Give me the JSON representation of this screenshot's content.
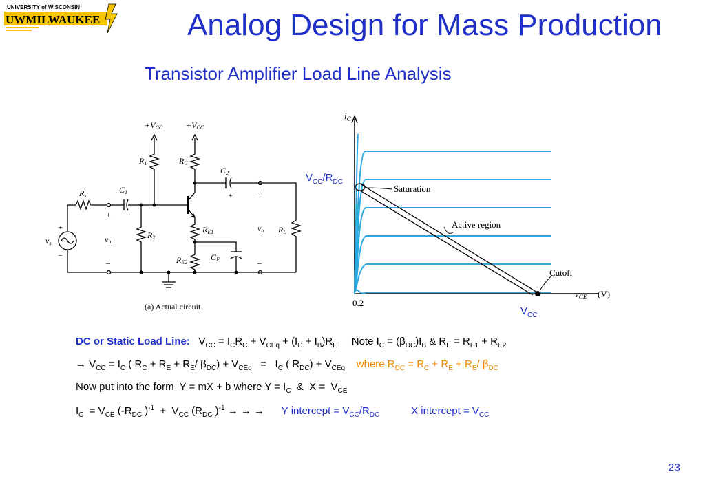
{
  "logo": {
    "top_text": "UNIVERSITY of WISCONSIN",
    "main_text": "UWMILWAUKEE"
  },
  "title": "Analog Design for Mass Production",
  "subtitle": "Transistor Amplifier Load Line Analysis",
  "circuit": {
    "caption": "(a) Actual circuit",
    "vcc1": "+V",
    "vcc2": "+V",
    "vcc_sub": "CC",
    "r1": "R",
    "r1_sub": "1",
    "rc": "R",
    "rc_sub": "C",
    "r2": "R",
    "r2_sub": "2",
    "re1": "R",
    "re1_sub": "E1",
    "re2": "R",
    "re2_sub": "E2",
    "rs": "R",
    "rs_sub": "s",
    "rl": "R",
    "rl_sub": "L",
    "c1": "C",
    "c1_sub": "1",
    "c2": "C",
    "c2_sub": "2",
    "ce": "C",
    "ce_sub": "E",
    "vs": "v",
    "vs_sub": "s",
    "vin": "v",
    "vin_sub": "in",
    "vo": "v",
    "vo_sub": "o",
    "plus": "+",
    "minus": "–"
  },
  "graph": {
    "y_axis": "i",
    "y_axis_sub": "C",
    "x_axis": "v",
    "x_axis_sub": "CE",
    "x_unit": "(V)",
    "x_tick": "0.2",
    "saturation": "Saturation",
    "active": "Active region",
    "cutoff": "Cutoff",
    "vcc_rdc": {
      "a": "V",
      "a_sub": "CC",
      "b": "/R",
      "b_sub": "DC"
    },
    "vcc_label": {
      "a": "V",
      "a_sub": "CC"
    },
    "curve_color": "#29a9e0",
    "curve_count": 6
  },
  "lines": {
    "l1": {
      "bold": "DC or Static Load Line:",
      "p1": "V",
      "s1": "CC",
      "p2": " = I",
      "s2": "C",
      "p3": "R",
      "s3": "C",
      "p4": " + V",
      "s4": "CEq",
      "p5": " + (I",
      "s5": "C",
      "p6": " + I",
      "s6": "B",
      "p7": ")R",
      "s7": "E",
      "p8": "Note I",
      "s8": "C",
      "p9": " = (β",
      "s9": "DC",
      "p10": ")I",
      "s10": "B",
      "p11": " & R",
      "s11": "E",
      "p12": " = R",
      "s12": "E1",
      "p13": " + R",
      "s13": "E2"
    },
    "l2": {
      "arrow": "→",
      "p1": " V",
      "s1": "CC",
      "p2": " = I",
      "s2": "C",
      "p3": " ( R",
      "s3": "C",
      "p4": " + R",
      "s4": "E",
      "p5": " + R",
      "s5": "E",
      "p6": "/ β",
      "s6": "DC",
      "p7": ") + V",
      "s7": "CEq",
      "p8": "   =   I",
      "s8": "C",
      "p9": " ( R",
      "s9": "DC",
      "p10": ") + V",
      "s10": "CEq",
      "o1": "where R",
      "os1": "DC",
      "o2": " = R",
      "os2": "C",
      "o3": " + R",
      "os3": "E",
      "o4": " + R",
      "os4": "E",
      "o5": "/ β",
      "os5": "DC"
    },
    "l3": {
      "p1": "Now put into the form  Y = mX + b where Y = I",
      "s1": "C",
      "p2": "  &  X =  V",
      "s2": "CE"
    },
    "l4": {
      "p1": "I",
      "s1": "C",
      "p2": "  = V",
      "s2": "CE",
      "p3": " (-R",
      "s3": "DC",
      "p4": " )",
      "sup1": "-1",
      "p5": "  +  V",
      "s5": "CC",
      "p6": " (R",
      "s6": "DC",
      "p7": " )",
      "sup2": "-1",
      "arrows": " → → →",
      "b1": "Y intercept = V",
      "bs1": "CC",
      "b2": "/R",
      "bs2": "DC",
      "b3": "X intercept = V",
      "bs3": "CC"
    }
  },
  "page_number": "23"
}
